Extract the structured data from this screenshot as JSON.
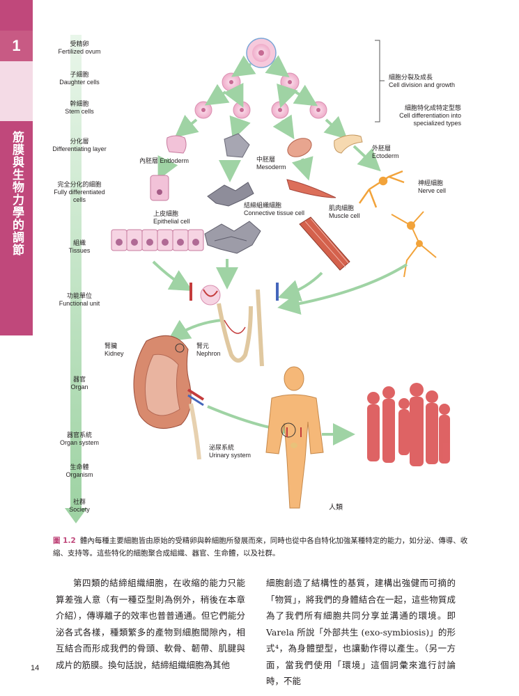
{
  "chapter": {
    "number": "1",
    "title": "筋膜與生物力學的調節"
  },
  "levels": [
    {
      "zh": "受精卵",
      "en": "Fertilized ovum"
    },
    {
      "zh": "子細胞",
      "en": "Daughter cells"
    },
    {
      "zh": "幹細胞",
      "en": "Stem cells"
    },
    {
      "zh": "分化層",
      "en": "Differentiating layer"
    },
    {
      "zh": "完全分化的細胞",
      "en": "Fully differentiated cells"
    },
    {
      "zh": "組織",
      "en": "Tissues"
    },
    {
      "zh": "功能單位",
      "en": "Functional unit"
    },
    {
      "zh": "器官",
      "en": "Organ"
    },
    {
      "zh": "器官系統",
      "en": "Organ system"
    },
    {
      "zh": "生命體",
      "en": "Organism"
    },
    {
      "zh": "社群",
      "en": "Society"
    }
  ],
  "annotations": {
    "division_zh": "細胞分裂及成長",
    "division_en": "Cell division and growth",
    "diff_zh": "細胞特化成特定型態",
    "diff_en": "Cell differentiation into specialized types",
    "endoderm_zh": "內胚層",
    "endoderm_en": "Endoderm",
    "mesoderm_zh": "中胚層",
    "mesoderm_en": "Mesoderm",
    "ectoderm_zh": "外胚層",
    "ectoderm_en": "Ectoderm",
    "nerve_zh": "神經細胞",
    "nerve_en": "Nerve cell",
    "epithelial_zh": "上皮細胞",
    "epithelial_en": "Epithelial cell",
    "connective_zh": "結締組織細胞",
    "connective_en": "Connective tissue cell",
    "muscle_zh": "肌肉細胞",
    "muscle_en": "Muscle cell",
    "kidney_zh": "腎臟",
    "kidney_en": "Kidney",
    "nephron_zh": "腎元",
    "nephron_en": "Nephron",
    "urinary_zh": "泌尿系統",
    "urinary_en": "Urinary system",
    "human_zh": "人類"
  },
  "caption": {
    "number": "圖 1.2",
    "text": "體內每種主要細胞皆由原始的受精卵與幹細胞所發展而來，同時也從中各自特化加強某種特定的能力，如分泌、傳導、收縮、支持等。這些特化的細胞聚合成組織、器官、生命體，以及社群。"
  },
  "body": {
    "left": "第四類的結締組織細胞，在收縮的能力只能算差強人意（有一種亞型則為例外，稍後在本章介紹），傳導離子的效率也普普通通。但它們能分泌各式各樣，種類繁多的產物到細胞間隙內，相互結合而形成我們的骨頭、軟骨、韌帶、肌腱與成片的筋膜。換句話說，結締組織細胞為其他",
    "right": "細胞創造了結構性的基質，建構出強健而可摘的「物質」，將我們的身體結合在一起，這些物質成為了我們所有細胞共同分享並溝通的環境。即 Varela 所說「外部共生 (exo-symbiosis)」的形式⁴，為身體塑型，也讓動作得以產生。（另一方面，當我們使用「環境」這個詞彙來進行討論時，不能"
  },
  "page_number": "14",
  "colors": {
    "accent": "#c0487b",
    "arrow_green": "#9fd3a4",
    "cell_pink": "#f0b8d0",
    "nerve_orange": "#f2a33a",
    "muscle_red": "#d9705a",
    "skin": "#f5b878"
  }
}
